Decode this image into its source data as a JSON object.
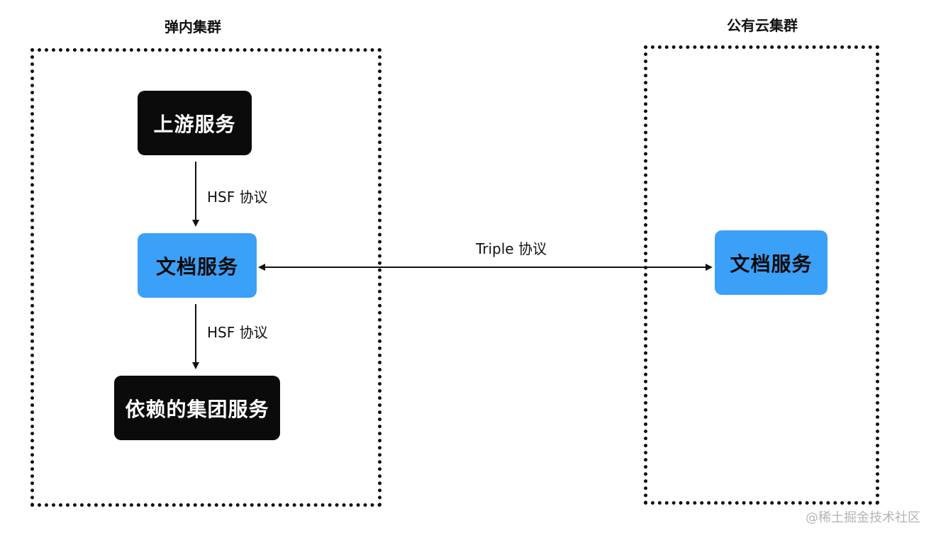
{
  "clusters": {
    "left_title": "弹内集群",
    "right_title": "公有云集群"
  },
  "nodes": {
    "upstream": "上游服务",
    "doc_service_left": "文档服务",
    "dependent_group": "依赖的集团服务",
    "doc_service_right": "文档服务"
  },
  "edges": {
    "hsf_upper": "HSF 协议",
    "hsf_lower": "HSF 协议",
    "triple": "Triple 协议"
  },
  "watermark": "@稀土掘金技术社区",
  "colors": {
    "black_node": "#0b0b0b",
    "blue_node": "#3ba0f7",
    "border": "#111111"
  }
}
